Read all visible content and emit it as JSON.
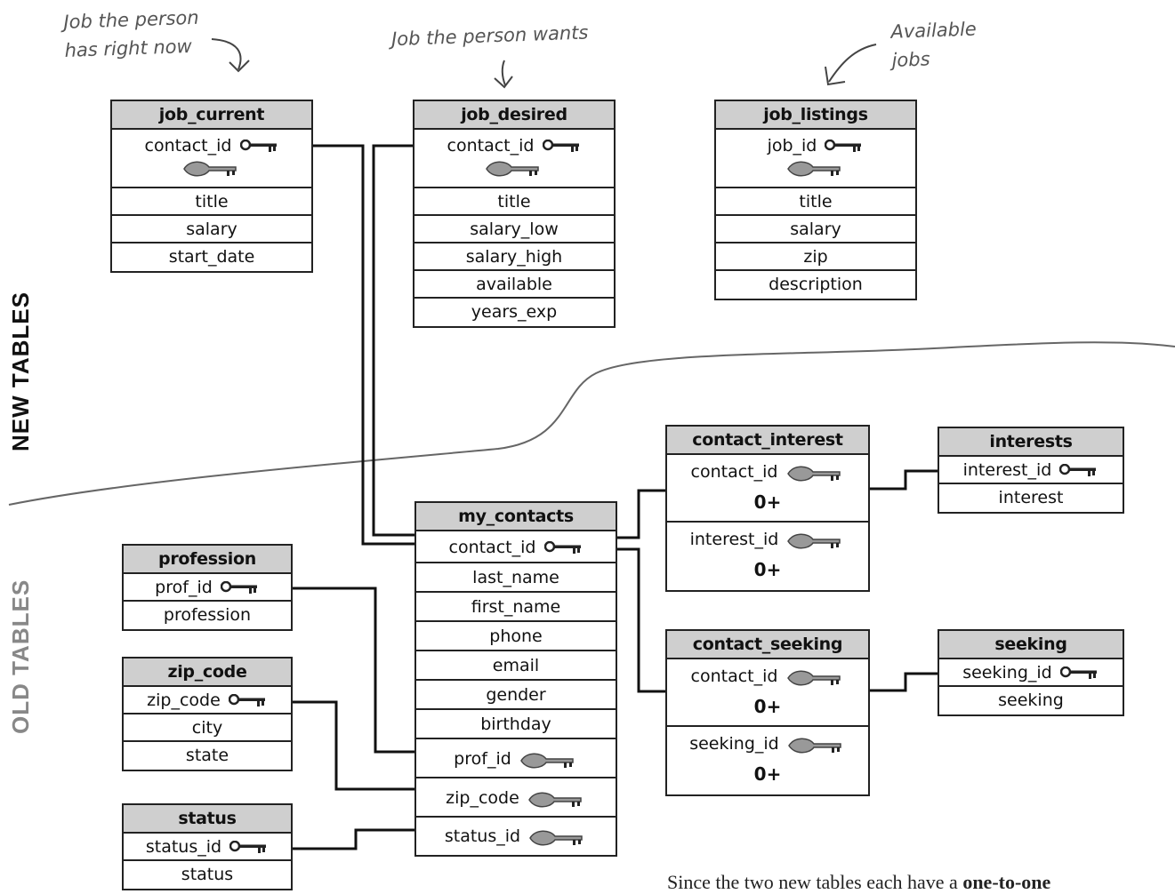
{
  "notes": {
    "job_current": "Job the person has right now",
    "job_desired": "Job the person wants",
    "job_listings": "Available jobs"
  },
  "side_labels": {
    "new": "NEW TABLES",
    "old": "OLD TABLES"
  },
  "tables": {
    "job_current": {
      "name": "job_current",
      "pk": "contact_id",
      "cols": [
        "title",
        "salary",
        "start_date"
      ]
    },
    "job_desired": {
      "name": "job_desired",
      "pk": "contact_id",
      "cols": [
        "title",
        "salary_low",
        "salary_high",
        "available",
        "years_exp"
      ]
    },
    "job_listings": {
      "name": "job_listings",
      "pk": "job_id",
      "cols": [
        "title",
        "salary",
        "zip",
        "description"
      ]
    },
    "contact_interest": {
      "name": "contact_interest",
      "fk1": "contact_id",
      "fk2": "interest_id",
      "plus": "0+"
    },
    "interests": {
      "name": "interests",
      "pk": "interest_id",
      "cols": [
        "interest"
      ]
    },
    "contact_seeking": {
      "name": "contact_seeking",
      "fk1": "contact_id",
      "fk2": "seeking_id",
      "plus": "0+"
    },
    "seeking": {
      "name": "seeking",
      "pk": "seeking_id",
      "cols": [
        "seeking"
      ]
    },
    "my_contacts": {
      "name": "my_contacts",
      "pk": "contact_id",
      "cols": [
        "last_name",
        "first_name",
        "phone",
        "email",
        "gender",
        "birthday"
      ],
      "fks": [
        "prof_id",
        "zip_code",
        "status_id"
      ]
    },
    "profession": {
      "name": "profession",
      "pk": "prof_id",
      "cols": [
        "profession"
      ]
    },
    "zip_code": {
      "name": "zip_code",
      "pk": "zip_code",
      "cols": [
        "city",
        "state"
      ]
    },
    "status": {
      "name": "status",
      "pk": "status_id",
      "cols": [
        "status"
      ]
    }
  },
  "footer": {
    "text": "Since the two new tables each have a ",
    "bold": "one-to-one"
  }
}
